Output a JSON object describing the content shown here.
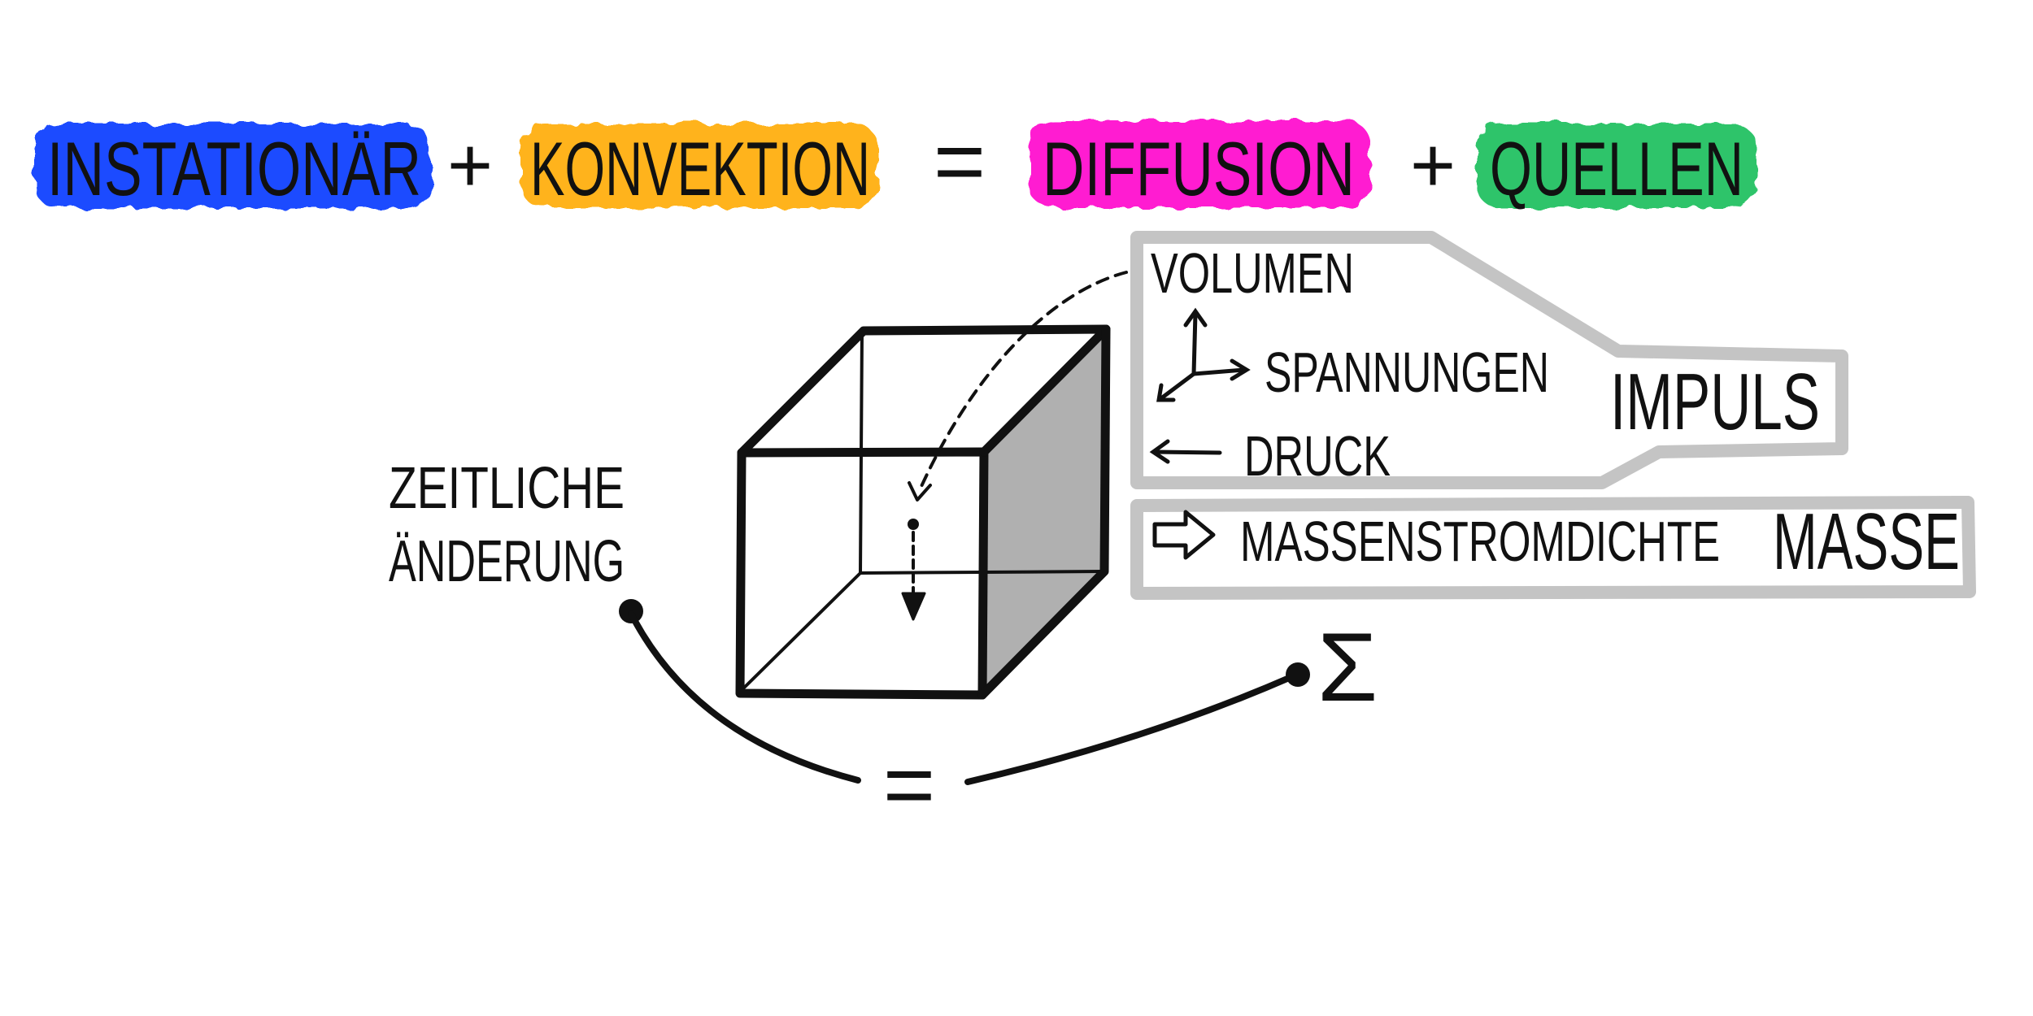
{
  "equation": {
    "terms": [
      {
        "label": "INSTATIONÄR",
        "color": "#1a4cff"
      },
      {
        "label": "KONVEKTION",
        "color": "#ffb31f"
      },
      {
        "label": "DIFFUSION",
        "color": "#ff1ad1"
      },
      {
        "label": "QUELLEN",
        "color": "#2fc46a"
      }
    ],
    "operators": [
      "+",
      "=",
      "+"
    ]
  },
  "impulse_box": {
    "header": "VOLUMEN",
    "items": [
      "SPANNUNGEN",
      "DRUCK"
    ],
    "title": "IMPULS"
  },
  "mass_box": {
    "item": "MASSENSTROMDICHTE",
    "title": "MASSE"
  },
  "balance": {
    "left_label_line1": "ZEITLICHE",
    "left_label_line2": "ÄNDERUNG",
    "equals": "=",
    "sum_symbol": "Σ"
  },
  "colors": {
    "box_outline": "#c4c4c4",
    "cube_shade": "#b0b0b0",
    "ink": "#111111"
  }
}
